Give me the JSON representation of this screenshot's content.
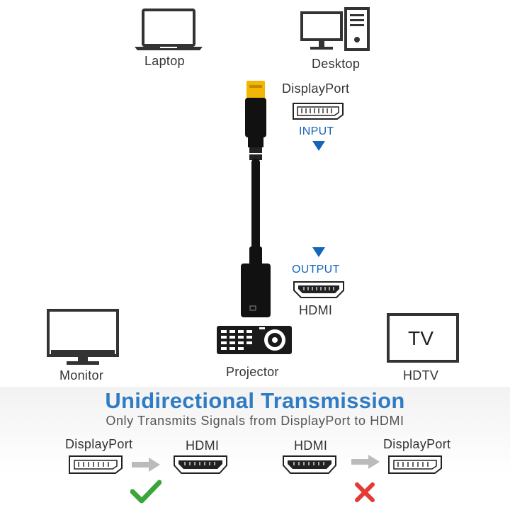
{
  "devices": {
    "laptop": "Laptop",
    "desktop": "Desktop",
    "monitor": "Monitor",
    "projector": "Projector",
    "hdtv": "HDTV",
    "tv_screen_text": "TV"
  },
  "adapter": {
    "input_port": "DisplayPort",
    "input_label": "INPUT",
    "output_label": "OUTPUT",
    "output_port": "HDMI"
  },
  "transmission": {
    "title": "Unidirectional Transmission",
    "subtitle": "Only Transmits Signals from DisplayPort to HDMI",
    "supported": {
      "from": "DisplayPort",
      "to": "HDMI",
      "status": "check-icon"
    },
    "unsupported": {
      "from": "HDMI",
      "to": "DisplayPort",
      "status": "cross-icon"
    }
  },
  "colors": {
    "accent_blue": "#1565b8",
    "title_blue": "#2f7cc4",
    "check_green": "#3aa63a",
    "cross_red": "#e53935",
    "connector_gold": "#f2b705"
  }
}
